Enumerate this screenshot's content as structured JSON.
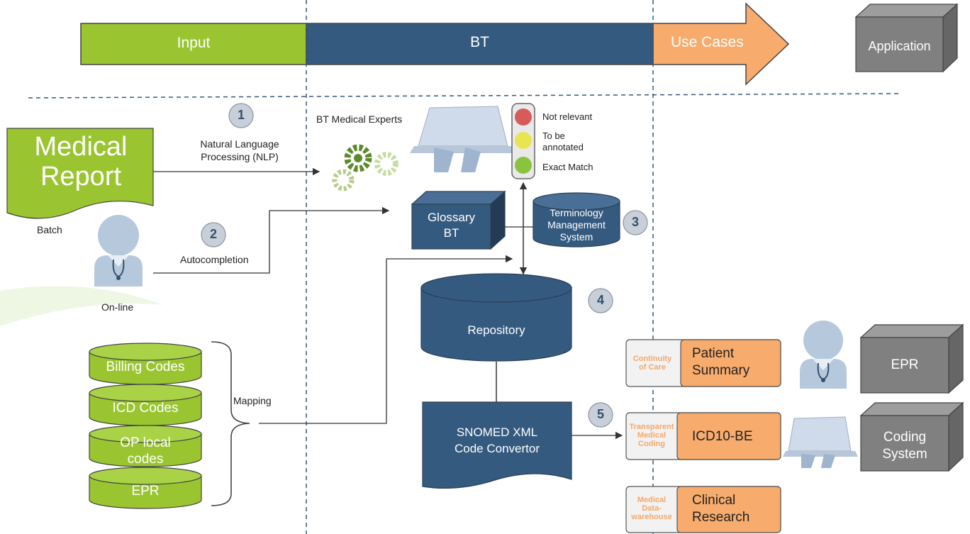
{
  "header": {
    "input": "Input",
    "bt": "BT",
    "use_cases": "Use Cases",
    "application": "Application"
  },
  "medical_report": {
    "line1": "Medical",
    "line2": "Report"
  },
  "batch": "Batch",
  "online": "On-line",
  "steps": {
    "s1": "1",
    "s2": "2",
    "s3": "3",
    "s4": "4",
    "s5": "5"
  },
  "nlp": {
    "line1": "Natural Language",
    "line2": "Processing (NLP)"
  },
  "autocompletion": "Autocompletion",
  "bt_experts": "BT Medical Experts",
  "traffic": {
    "red": "Not relevant",
    "yellow1": "To be",
    "yellow2": "annotated",
    "green": "Exact Match"
  },
  "glossary": {
    "line1": "Glossary",
    "line2": "BT"
  },
  "terminology": {
    "line1": "Terminology",
    "line2": "Management",
    "line3": "System"
  },
  "repository": "Repository",
  "snomed": {
    "line1": "SNOMED XML",
    "line2": "Code Convertor"
  },
  "sources": {
    "billing": "Billing Codes",
    "icd": "ICD Codes",
    "op1": "OP local",
    "op2": "codes",
    "epr": "EPR"
  },
  "mapping": "Mapping",
  "use_cases": [
    {
      "tag1": "Continuity",
      "tag2": "of Care",
      "tag3": "",
      "main1": "Patient",
      "main2": "Summary"
    },
    {
      "tag1": "Transparent",
      "tag2": "Medical",
      "tag3": "Coding",
      "main1": "ICD10-BE",
      "main2": ""
    },
    {
      "tag1": "Medical",
      "tag2": "Data-",
      "tag3": "warehouse",
      "main1": "Clinical",
      "main2": "Research"
    }
  ],
  "applications": {
    "epr": "EPR",
    "coding1": "Coding",
    "coding2": "System"
  },
  "colors": {
    "green": "#9ac531",
    "navy": "#355a80",
    "orange": "#f7ab6c",
    "grey": "#7f7f7f",
    "step_circle": "#c9cfd8"
  }
}
